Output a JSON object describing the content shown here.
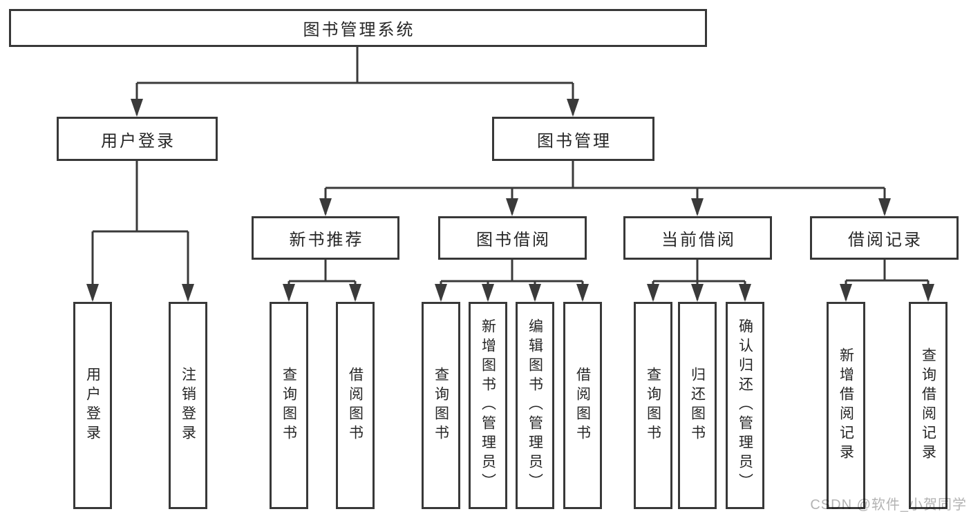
{
  "diagram": {
    "root": {
      "label": "图书管理系统"
    },
    "branches": [
      {
        "label": "用户登录",
        "children": [
          {
            "label": "用户登录"
          },
          {
            "label": "注销登录"
          }
        ]
      },
      {
        "label": "图书管理",
        "children": [
          {
            "label": "新书推荐",
            "children": [
              {
                "label": "查询图书"
              },
              {
                "label": "借阅图书"
              }
            ]
          },
          {
            "label": "图书借阅",
            "children": [
              {
                "label": "查询图书"
              },
              {
                "label": "新增图书（管理员）"
              },
              {
                "label": "编辑图书（管理员）"
              },
              {
                "label": "借阅图书"
              }
            ]
          },
          {
            "label": "当前借阅",
            "children": [
              {
                "label": "查询图书"
              },
              {
                "label": "归还图书"
              },
              {
                "label": "确认归还（管理员）"
              }
            ]
          },
          {
            "label": "借阅记录",
            "children": [
              {
                "label": "新增借阅记录"
              },
              {
                "label": "查询借阅记录"
              }
            ]
          }
        ]
      }
    ],
    "watermark": "CSDN @软件_小贺同学",
    "colors": {
      "line": "#3a3a3a",
      "box_border": "#383838",
      "text": "#262626",
      "watermark": "#b3b3b3",
      "background": "#ffffff"
    }
  }
}
